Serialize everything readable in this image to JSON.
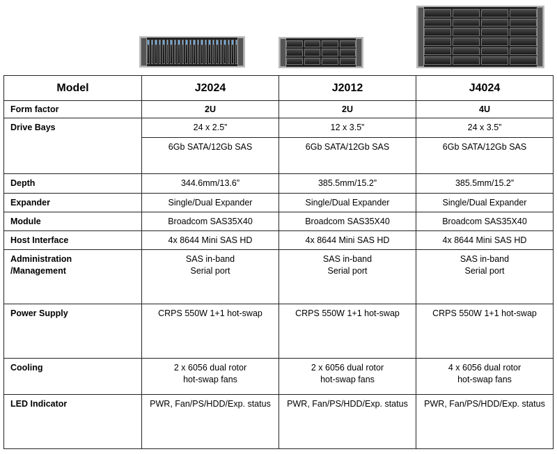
{
  "models": [
    "J2024",
    "J2012",
    "J4024"
  ],
  "header_label": "Model",
  "rows": [
    {
      "label": "Form factor",
      "values": [
        "2U",
        "2U",
        "4U"
      ]
    },
    {
      "label": "Drive Bays",
      "values": [
        "24 x 2.5”",
        "12 x 3.5”",
        "24 x 3.5”"
      ]
    },
    {
      "label": "",
      "values": [
        "6Gb SATA/12Gb SAS",
        "6Gb SATA/12Gb SAS",
        "6Gb SATA/12Gb SAS"
      ]
    },
    {
      "label": "Depth",
      "values": [
        "344.6mm/13.6”",
        "385.5mm/15.2”",
        "385.5mm/15.2”"
      ]
    },
    {
      "label": "Expander",
      "values": [
        "Single/Dual Expander",
        "Single/Dual Expander",
        "Single/Dual Expander"
      ]
    },
    {
      "label": "Module",
      "values": [
        "Broadcom SAS35X40",
        "Broadcom SAS35X40",
        "Broadcom SAS35X40"
      ]
    },
    {
      "label": "Host Interface",
      "values": [
        "4x 8644 Mini SAS HD",
        "4x 8644 Mini SAS HD",
        "4x 8644 Mini SAS HD"
      ]
    },
    {
      "label": "Administration\n/Management",
      "values": [
        "SAS in-band\nSerial port",
        "SAS in-band\nSerial port",
        "SAS in-band\nSerial port"
      ]
    },
    {
      "label": "Power Supply",
      "values": [
        "CRPS 550W 1+1 hot-swap",
        "CRPS 550W 1+1 hot-swap",
        "CRPS 550W 1+1 hot-swap"
      ]
    },
    {
      "label": "Cooling",
      "values": [
        "2 x 6056 dual rotor\nhot-swap fans",
        "2 x 6056 dual rotor\nhot-swap fans",
        "4 x 6056 dual rotor\nhot-swap fans"
      ]
    },
    {
      "label": "LED Indicator",
      "values": [
        "PWR, Fan/PS/HDD/Exp. status",
        "PWR, Fan/PS/HDD/Exp. status",
        "PWR, Fan/PS/HDD/Exp. status"
      ]
    }
  ]
}
